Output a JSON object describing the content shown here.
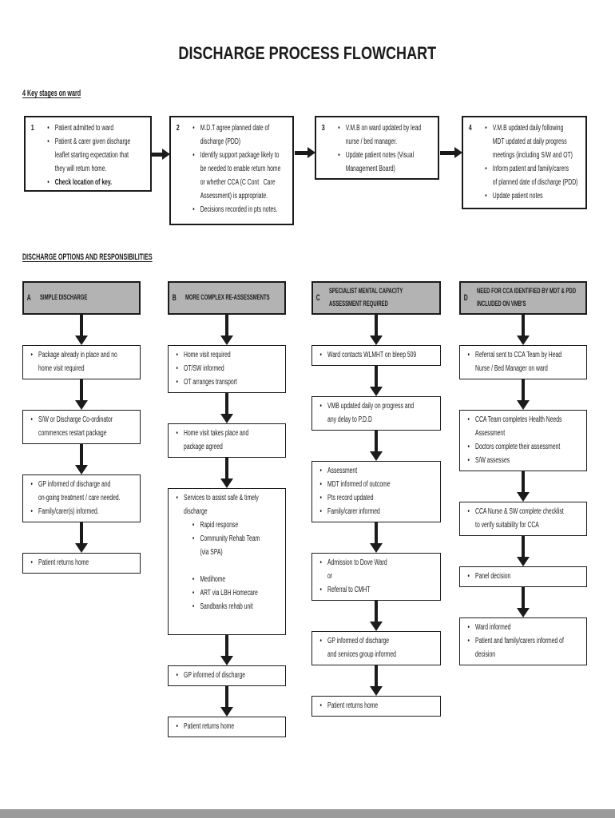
{
  "page": {
    "title": "DISCHARGE PROCESS FLOWCHART"
  },
  "glyphs": {
    "bullet": "•"
  },
  "colors": {
    "header_fill": "#b3b3b3",
    "ink": "#1b1b1b"
  },
  "key_stages": {
    "heading": "4 Key stages on ward",
    "boxes": [
      {
        "number": "1",
        "bullets": [
          {
            "text": "Patient admitted to ward"
          },
          {
            "text": "Patient & carer given discharge\nleaflet starting expectation that\nthey will return home."
          },
          {
            "text": "Check location of key.",
            "bold": true
          }
        ]
      },
      {
        "number": "2",
        "bullets": [
          {
            "text": "M.D.T agree planned date of\ndischarge (PDD)"
          },
          {
            "text": "Identify support package likely to\nbe needed to enable return home\nor whether CCA (C Cont   Care\nAssessment) is appropriate."
          },
          {
            "text": "Decisions recorded in pts notes."
          }
        ]
      },
      {
        "number": "3",
        "bullets": [
          {
            "text": "V.M.B on ward updated by lead\nnurse / bed manager."
          },
          {
            "text": "Update patient notes (Visual\nManagement Board)"
          }
        ]
      },
      {
        "number": "4",
        "bullets": [
          {
            "text": "V.M.B updated daily following\nMDT updated at daily progress\nmeetings (including S/W and OT)"
          },
          {
            "text": "Inform patient and family/carers\nof planned date of discharge (PDD)"
          },
          {
            "text": "Update patient notes"
          }
        ]
      }
    ]
  },
  "options": {
    "heading": "DISCHARGE OPTIONS AND RESPONSIBILITIES",
    "columns": [
      {
        "letter": "A",
        "title": "SIMPLE DISCHARGE",
        "boxes": [
          {
            "bullets": [
              {
                "text": "Package already in place and no\nhome visit required"
              }
            ]
          },
          {
            "bullets": [
              {
                "text": "S/W or Discharge Co-ordinator\ncommences restart package"
              }
            ]
          },
          {
            "bullets": [
              {
                "text": "GP informed of discharge and\non-going treatment / care needed."
              },
              {
                "text": "Family/carer(s) informed."
              }
            ]
          },
          {
            "bullets": [
              {
                "text": "Patient returns home"
              }
            ]
          }
        ]
      },
      {
        "letter": "B",
        "title": "MORE COMPLEX RE-ASSESSMENTS",
        "boxes": [
          {
            "bullets": [
              {
                "text": "Home visit required"
              },
              {
                "text": "OT/SW informed"
              },
              {
                "text": "OT arranges transport"
              }
            ]
          },
          {
            "bullets": [
              {
                "text": "Home visit takes place and\npackage agreed"
              }
            ]
          },
          {
            "bullets": [
              {
                "text": "Services to assist safe & timely\ndischarge"
              },
              {
                "text": "Rapid response",
                "indent": 1
              },
              {
                "text": "Community Rehab Team\n(via SPA)",
                "indent": 1,
                "gap_after": true
              },
              {
                "text": "Medihome",
                "indent": 1
              },
              {
                "text": "ART via LBH Homecare",
                "indent": 1
              },
              {
                "text": "Sandbanks rehab unit",
                "indent": 1
              }
            ]
          },
          {
            "bullets": [
              {
                "text": "GP informed of discharge"
              }
            ]
          },
          {
            "bullets": [
              {
                "text": "Patient returns home"
              }
            ]
          }
        ]
      },
      {
        "letter": "C",
        "title": "SPECIALIST MENTAL CAPACITY\nASSESSMENT REQUIRED",
        "boxes": [
          {
            "bullets": [
              {
                "text": "Ward contacts WLMHT on bleep 509"
              }
            ]
          },
          {
            "bullets": [
              {
                "text": "VMB updated daily on progress and\nany delay to P.D.D"
              }
            ]
          },
          {
            "bullets": [
              {
                "text": "Assessment"
              },
              {
                "text": "MDT informed of outcome"
              },
              {
                "text": "Pts record updated"
              },
              {
                "text": "Family/carer informed"
              }
            ]
          },
          {
            "bullets": [
              {
                "text": "Admission to Dove Ward"
              },
              {
                "text": "or",
                "no_dot": true
              },
              {
                "text": "Referral to CMHT"
              }
            ]
          },
          {
            "bullets": [
              {
                "text": "GP informed of discharge\nand services group informed"
              }
            ]
          },
          {
            "bullets": [
              {
                "text": "Patient returns home"
              }
            ]
          }
        ]
      },
      {
        "letter": "D",
        "title": "NEED FOR CCA IDENTIFIED BY MDT & PDD\nINCLUDED ON VMB'S",
        "boxes": [
          {
            "bullets": [
              {
                "text": "Referral sent to CCA Team by Head\nNurse / Bed Manager on ward"
              }
            ]
          },
          {
            "bullets": [
              {
                "text": "CCA Team completes Health Needs\nAssessment"
              },
              {
                "text": "Doctors complete their assessment"
              },
              {
                "text": "S/W assesses"
              }
            ]
          },
          {
            "bullets": [
              {
                "text": "CCA Nurse & SW complete checklist\nto verify suitability for CCA"
              }
            ]
          },
          {
            "bullets": [
              {
                "text": "Panel decision"
              }
            ]
          },
          {
            "bullets": [
              {
                "text": "Ward informed"
              },
              {
                "text": "Patient and family/carers informed of\ndecision"
              }
            ]
          }
        ]
      }
    ]
  }
}
